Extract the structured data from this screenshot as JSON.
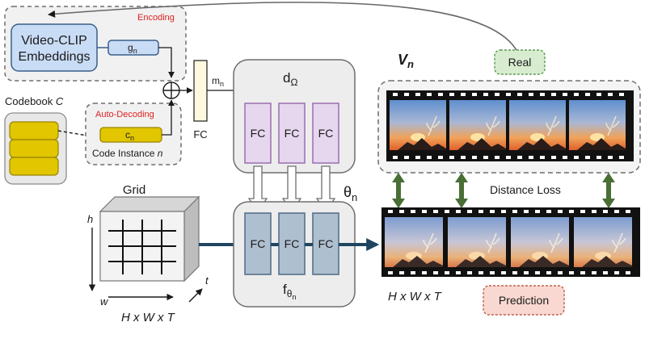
{
  "encoding": {
    "title": "Encoding",
    "video_clip_line1": "Video-CLIP",
    "video_clip_line2": "Embeddings",
    "g_base": "g",
    "g_sub": "n"
  },
  "codebook": {
    "label_base": "Codebook ",
    "label_var": "C"
  },
  "auto_decoding": {
    "title": "Auto-Decoding",
    "c_base": "c",
    "c_sub": "n",
    "instance_base": "Code Instance ",
    "instance_var": "n"
  },
  "fc_mapping": {
    "label": "FC",
    "m_base": "m",
    "m_sub": "n"
  },
  "hypernet": {
    "title_base": "d",
    "title_sub": "Ω",
    "layers": [
      "FC",
      "FC",
      "FC"
    ],
    "theta_base": "θ",
    "theta_sub": "n"
  },
  "network": {
    "title_base": "f",
    "title_sub": "θ",
    "title_subsub": "n",
    "layers": [
      "FC",
      "FC",
      "FC"
    ]
  },
  "grid": {
    "title": "Grid",
    "h": "h",
    "w": "w",
    "t": "t",
    "dims": "H x W x T"
  },
  "real": {
    "label": "Real",
    "v_base": "V",
    "v_sub": "n"
  },
  "distance_loss": "Distance Loss",
  "prediction": {
    "label": "Prediction",
    "dims": "H x W x T"
  },
  "colors": {
    "encoding_bg": "#f1f1f1",
    "video_clip_fill": "#c9dcf5",
    "g_fill": "#c9dcf5",
    "codebook_fill": "#e1c600",
    "hypernet_fc_fill": "#e6d6ee",
    "network_fc_fill": "#aebfd0",
    "real_fill": "#d8ecd0",
    "prediction_fill": "#f8d8d0",
    "arrow_navy": "#1f4560",
    "loss_arrow": "#4a6f36"
  }
}
